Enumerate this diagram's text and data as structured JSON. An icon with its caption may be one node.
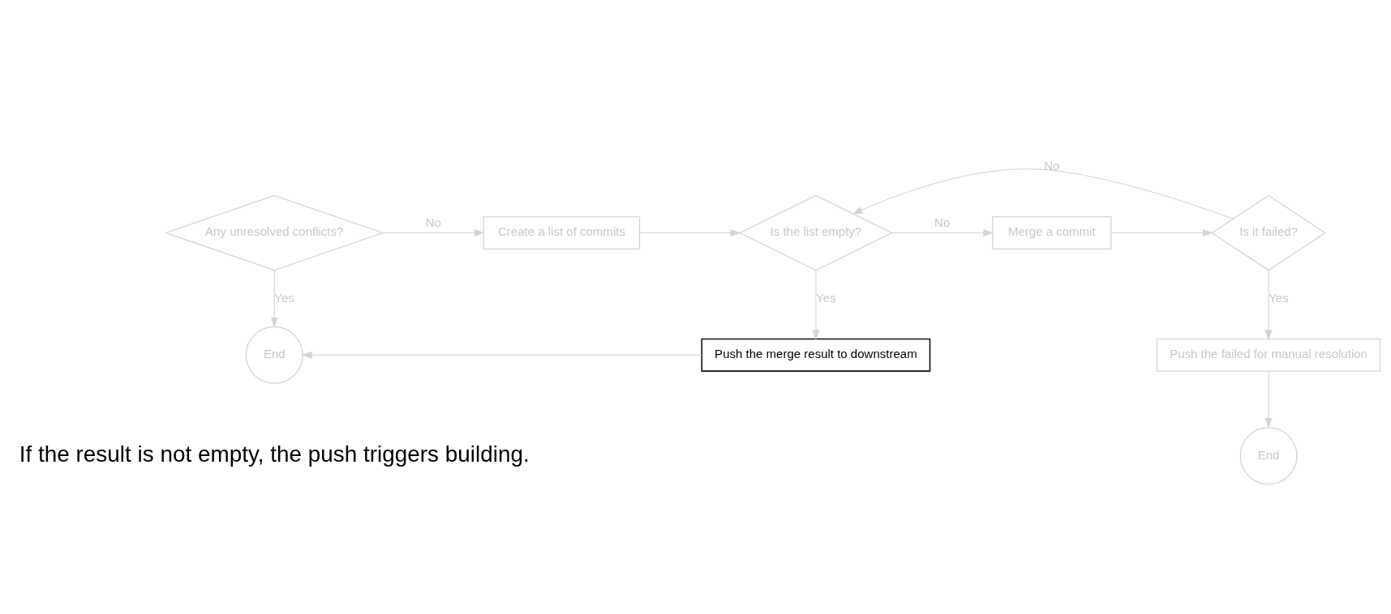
{
  "diagram": {
    "nodes": [
      {
        "text": [
          "Any unresolved conflicts?"
        ]
      },
      {
        "text": [
          "Create a list of commits"
        ]
      },
      {
        "text": [
          "Is the list empty?"
        ]
      },
      {
        "text": [
          "Merge a commit"
        ]
      },
      {
        "text": [
          "Is it failed?"
        ]
      },
      {
        "text": [
          "End"
        ]
      },
      {
        "text": [
          "Push the merge result to downstream"
        ]
      },
      {
        "text": [
          "Push the failed for manual resolution"
        ]
      },
      {
        "text": [
          "End"
        ]
      }
    ],
    "edges": [
      {
        "from": 0,
        "to": 1,
        "arrow": "to",
        "label": "No"
      },
      {
        "from": 1,
        "to": 2,
        "arrow": "to"
      },
      {
        "from": 2,
        "to": 3,
        "arrow": "to",
        "label": "No"
      },
      {
        "from": 3,
        "to": 4,
        "arrow": "to"
      },
      {
        "from": 4,
        "to": 2,
        "arrow": "to",
        "label": "No"
      },
      {
        "from": 0,
        "to": 5,
        "arrow": "to",
        "label": "Yes"
      },
      {
        "from": 2,
        "to": 6,
        "arrow": "to",
        "label": "Yes"
      },
      {
        "from": 6,
        "to": 5,
        "arrow": "to"
      },
      {
        "from": 4,
        "to": 7,
        "arrow": "to",
        "label": "Yes"
      },
      {
        "from": 7,
        "to": 8,
        "arrow": "to"
      }
    ],
    "labels": [
      "If the result is not empty, the push triggers building."
    ]
  }
}
